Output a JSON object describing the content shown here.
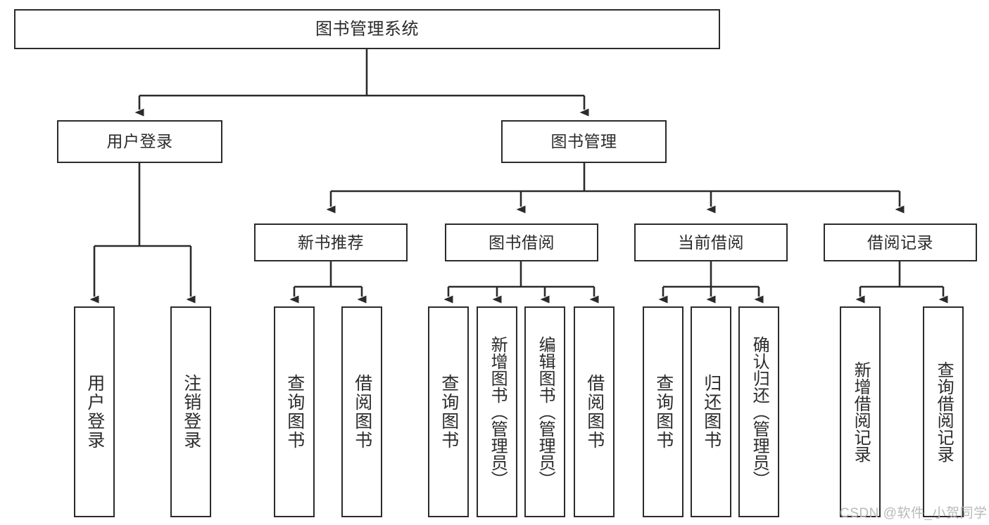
{
  "diagram": {
    "type": "tree-hierarchy-diagram",
    "title": "图书管理系统",
    "watermark": "CSDN @软件_小贺同学",
    "colors": {
      "box_border": "#2b2b2b",
      "box_fill": "#ffffff",
      "connector": "#2b2b2b",
      "background": "#ffffff",
      "watermark": "#b9b9b9"
    },
    "root": {
      "label": "图书管理系统"
    },
    "level2": [
      {
        "label": "用户登录"
      },
      {
        "label": "图书管理"
      }
    ],
    "level3": [
      {
        "label": "新书推荐"
      },
      {
        "label": "图书借阅"
      },
      {
        "label": "当前借阅"
      },
      {
        "label": "借阅记录"
      }
    ],
    "leaves": {
      "user_login": [
        {
          "label": "用户登录"
        },
        {
          "label": "注销登录"
        }
      ],
      "new_book": [
        {
          "label": "查询图书"
        },
        {
          "label": "借阅图书"
        }
      ],
      "book_borrow": [
        {
          "label": "查询图书"
        },
        {
          "label": "新增图书（管理员）"
        },
        {
          "label": "编辑图书（管理员）"
        },
        {
          "label": "借阅图书"
        }
      ],
      "current_borrow": [
        {
          "label": "查询图书"
        },
        {
          "label": "归还图书"
        },
        {
          "label": "确认归还（管理员）"
        }
      ],
      "borrow_record": [
        {
          "label": "新增借阅记录"
        },
        {
          "label": "查询借阅记录"
        }
      ]
    }
  }
}
